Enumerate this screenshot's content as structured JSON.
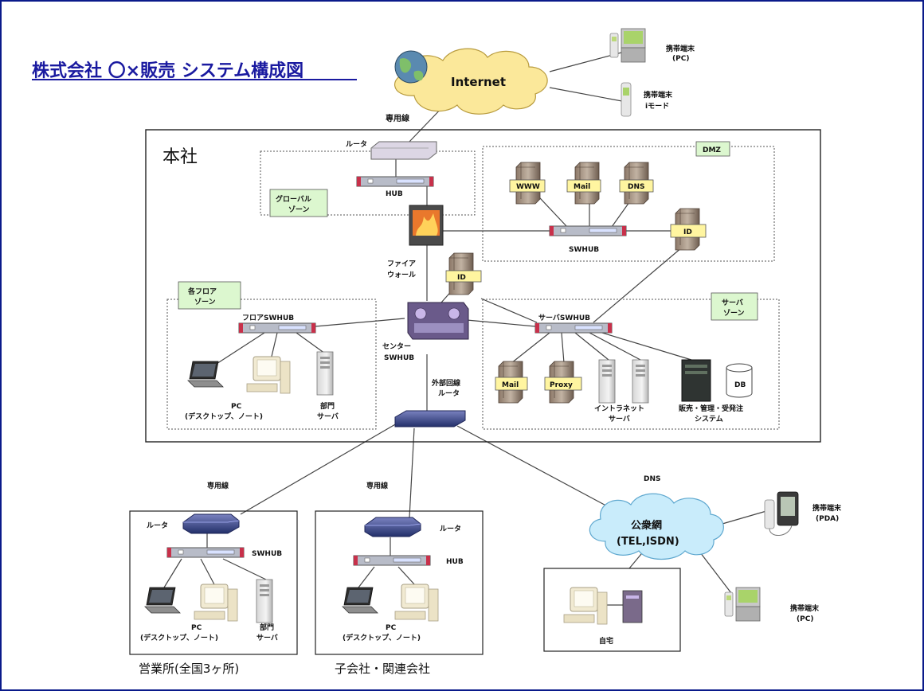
{
  "title": "株式会社 〇×販売 システム構成図",
  "internet": {
    "label": "Internet",
    "leased_line": "専用線"
  },
  "mobile": {
    "pc_top": [
      "携帯端末",
      "(PC)"
    ],
    "imode": [
      "携帯端末",
      "iモード"
    ],
    "pda": [
      "携帯端末",
      "(PDA)"
    ],
    "pc_bottom": [
      "携帯端末",
      "(PC)"
    ]
  },
  "hq": {
    "label": "本社",
    "router": "ルータ",
    "hub": "HUB",
    "global_zone": [
      "グローバル",
      "ゾーン"
    ],
    "firewall": [
      "ファイア",
      "ウォール"
    ],
    "dmz": {
      "label": "DMZ",
      "servers": [
        "WWW",
        "Mail",
        "DNS"
      ],
      "ids": "ID",
      "switch": "SWHUB"
    },
    "floor_zone": {
      "label": [
        "各フロア",
        "ゾーン"
      ],
      "switch": "フロアSWHUB",
      "pc": [
        "PC",
        "(デスクトップ、ノート)"
      ],
      "dept_server": [
        "部門",
        "サーバ"
      ]
    },
    "center_ids": "ID",
    "center_switch": [
      "センター",
      "SWHUB"
    ],
    "external_router": [
      "外部回線",
      "ルータ"
    ],
    "server_zone": {
      "label": [
        "サーバ",
        "ゾーン"
      ],
      "switch": "サーバSWHUB",
      "servers": [
        "Mail",
        "Proxy"
      ],
      "intranet": [
        "イントラネット",
        "サーバ"
      ],
      "business": [
        "販売・管理・受発注",
        "システム"
      ],
      "db": "DB"
    }
  },
  "branch": {
    "leased_line": "専用線",
    "router": "ルータ",
    "switch": "SWHUB",
    "pc": [
      "PC",
      "(デスクトップ、ノート)"
    ],
    "dept_server": [
      "部門",
      "サーバ"
    ],
    "caption": "営業所(全国3ヶ所)"
  },
  "subsidiary": {
    "leased_line": "専用線",
    "router": "ルータ",
    "hub": "HUB",
    "pc": [
      "PC",
      "(デスクトップ、ノート)"
    ],
    "caption": "子会社・関連会社"
  },
  "public_net": {
    "label": [
      "公衆網",
      "(TEL,ISDN)"
    ],
    "link": "DNS"
  },
  "home": {
    "label": "自宅"
  },
  "colors": {
    "frame": "#0a1a8a",
    "title": "#1a1aa0",
    "cloud": "#fbe89a",
    "zone_tag": "#dcf7cf",
    "server_tag": "#fff5a0",
    "switch_end": "#c8304a"
  }
}
